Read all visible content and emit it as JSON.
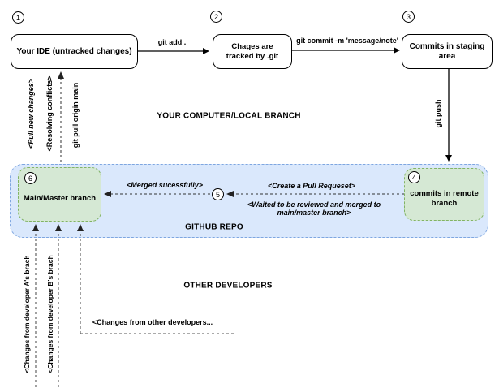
{
  "colors": {
    "repo_fill": "#dae8fc",
    "repo_stroke": "#7ea6e0",
    "branch_fill": "#d5e8d4",
    "branch_stroke": "#82b366"
  },
  "sections": {
    "local": "YOUR COMPUTER/LOCAL BRANCH",
    "repo": "GITHUB REPO",
    "others": "OTHER DEVELOPERS"
  },
  "steps": {
    "s1": "1",
    "s2": "2",
    "s3": "3",
    "s4": "4",
    "s5": "5",
    "s6": "6"
  },
  "nodes": {
    "ide": "Your IDE (untracked changes)",
    "tracked": "Chages are tracked by .git",
    "staging": "Commits in staging area",
    "remote": "commits in remote branch",
    "main": "Main/Master branch"
  },
  "edges": {
    "git_add": "git add .",
    "git_commit": "git commit -m 'message/note'",
    "git_push": "git push",
    "pull_new": "<Pull new changes>",
    "resolving": "<Resolving conflicts>",
    "git_pull": "git pull origin main",
    "merged": "<Merged sucessfully>",
    "create_pr": "<Create a Pull Requeset>",
    "waited": "<Waited to be reviewed and merged to main/master branch>",
    "dev_a": "<Changes from  developer A's brach",
    "dev_b": "<Changes from  developer B's brach",
    "other_devs": "<Changes from  other developers..."
  }
}
